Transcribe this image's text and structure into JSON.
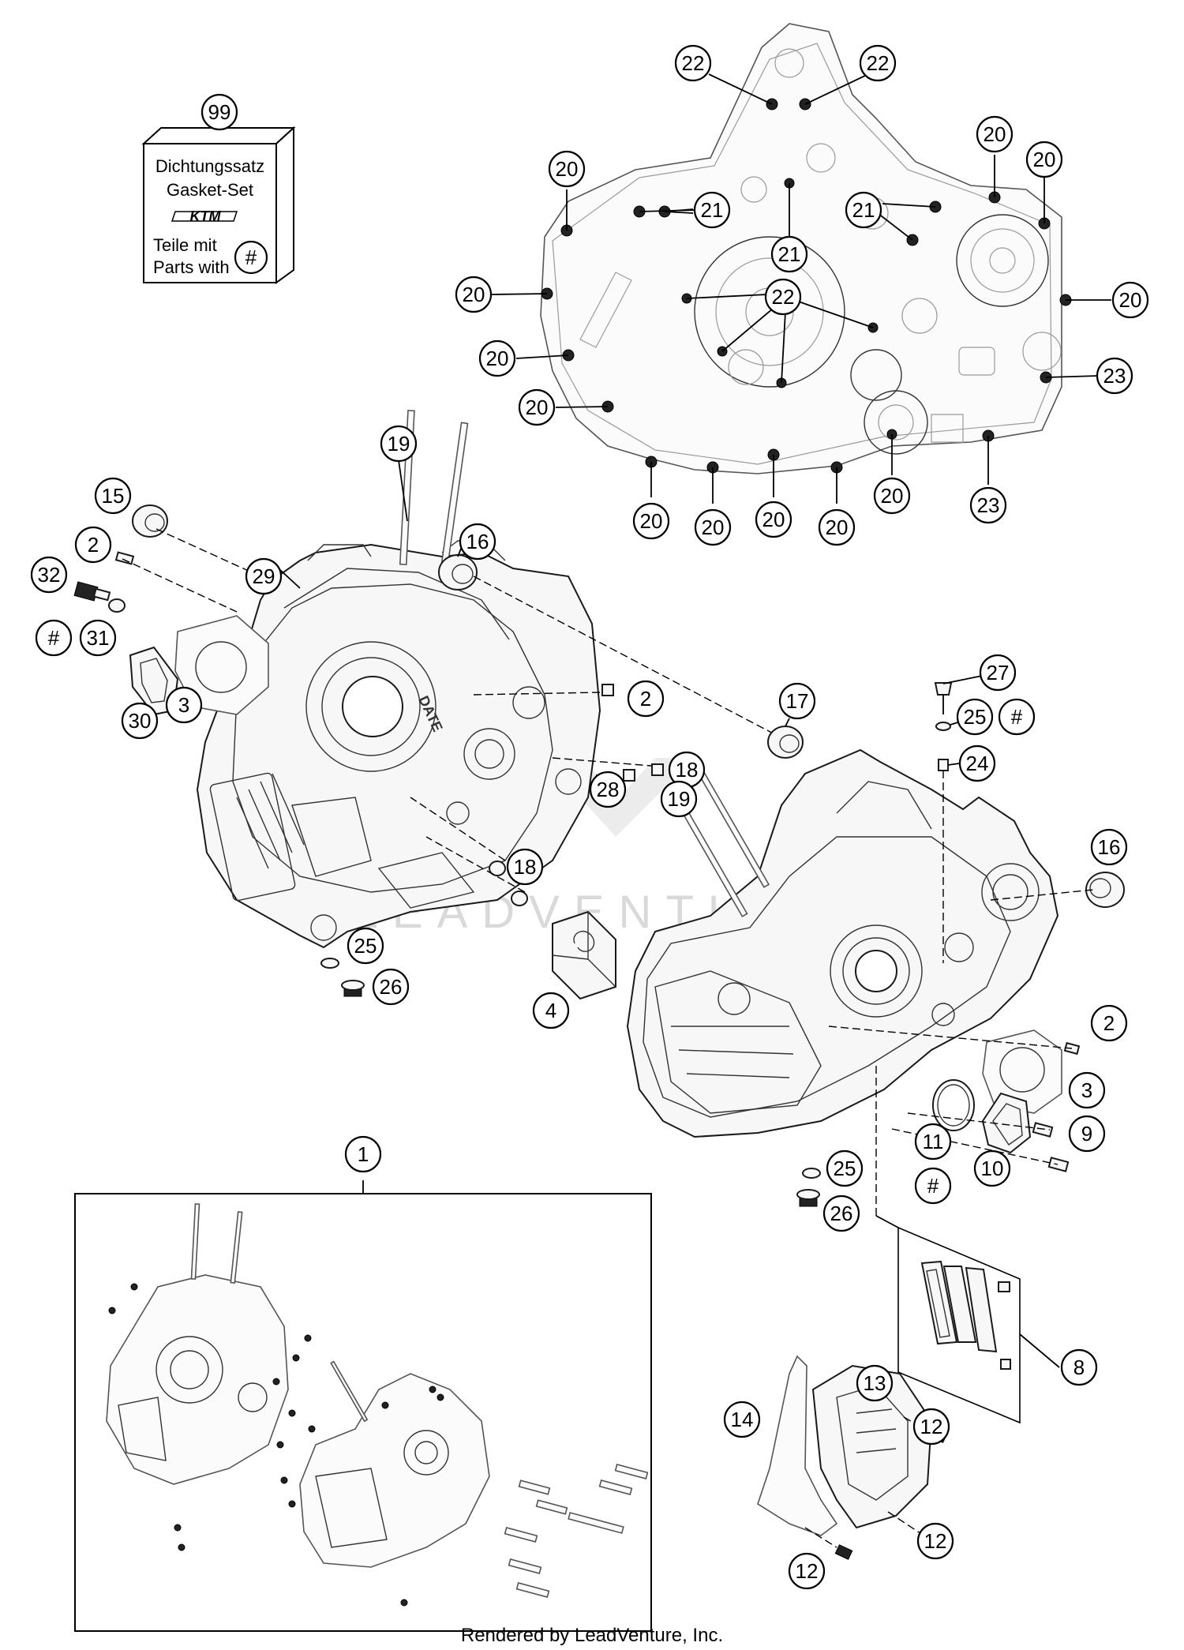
{
  "gasket_set": {
    "number": "99",
    "line1": "Dichtungssatz",
    "line2": "Gasket-Set",
    "brand": "KTM",
    "line3": "Teile mit",
    "line4": "Parts with",
    "symbol": "#"
  },
  "callouts": {
    "c1": "1",
    "c2a": "2",
    "c2b": "2",
    "c2c": "2",
    "c3a": "3",
    "c3b": "3",
    "c4": "4",
    "c8": "8",
    "c9": "9",
    "c10": "10",
    "c11": "11",
    "c11h": "#",
    "c12a": "12",
    "c12b": "12",
    "c12c": "12",
    "c13": "13",
    "c14": "14",
    "c15": "15",
    "c16a": "16",
    "c16b": "16",
    "c17": "17",
    "c18a": "18",
    "c18b": "18",
    "c19a": "19",
    "c19b": "19",
    "c20a": "20",
    "c20b": "20",
    "c20c": "20",
    "c20d": "20",
    "c20e": "20",
    "c20f": "20",
    "c20g": "20",
    "c20h": "20",
    "c20i": "20",
    "c20j": "20",
    "c20k": "20",
    "c20l": "20",
    "c20m": "20",
    "c21a": "21",
    "c21b": "21",
    "c21c": "21",
    "c22a": "22",
    "c22b": "22",
    "c22c": "22",
    "c23a": "23",
    "c23b": "23",
    "c24": "24",
    "c25a": "25",
    "c25b": "25",
    "c25c": "25",
    "c25h": "#",
    "c26a": "26",
    "c26b": "26",
    "c27": "27",
    "c28": "28",
    "c29": "29",
    "c30": "30",
    "c31": "31",
    "c31h": "#",
    "c32": "32"
  },
  "watermark": "LEADVENTURE",
  "credit": "Rendered by LeadVenture, Inc."
}
